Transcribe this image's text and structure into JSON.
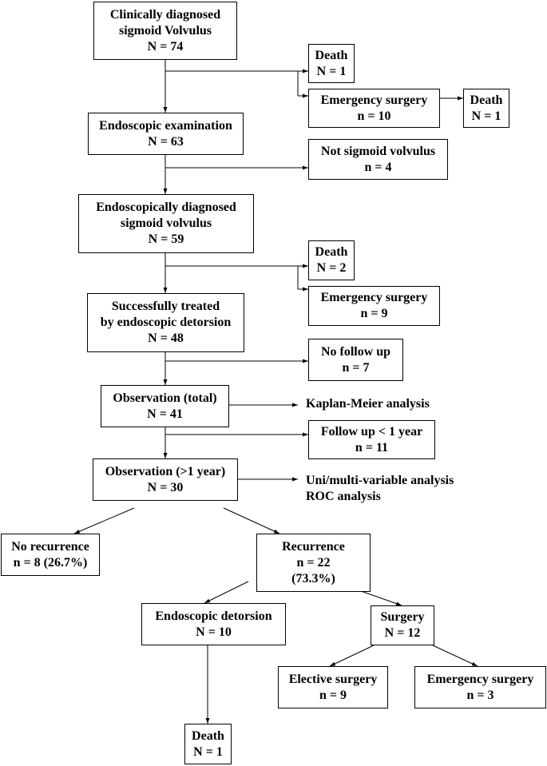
{
  "boxes": {
    "clinical": {
      "l1": "Clinically diagnosed",
      "l2": "sigmoid Volvulus",
      "l3": "N = 74"
    },
    "death_a": {
      "l1": "Death",
      "l2": "N = 1"
    },
    "emergency_a": {
      "l1": "Emergency surgery",
      "l2": "n = 10"
    },
    "death_b": {
      "l1": "Death",
      "l2": "N = 1"
    },
    "endo_exam": {
      "l1": "Endoscopic examination",
      "l2": "N = 63"
    },
    "not_sigmoid": {
      "l1": "Not sigmoid volvulus",
      "l2": "n = 4"
    },
    "endo_diag": {
      "l1": "Endoscopically diagnosed",
      "l2": "sigmoid volvulus",
      "l3": "N = 59"
    },
    "death_c": {
      "l1": "Death",
      "l2": "N = 2"
    },
    "emergency_b": {
      "l1": "Emergency surgery",
      "l2": "n = 9"
    },
    "treated": {
      "l1": "Successfully treated",
      "l2": "by endoscopic detorsion",
      "l3": "N = 48"
    },
    "no_follow": {
      "l1": "No follow up",
      "l2": "n = 7"
    },
    "obs_total": {
      "l1": "Observation (total)",
      "l2": "N = 41"
    },
    "follow_short": {
      "l1": "Follow up < 1 year",
      "l2": "n = 11"
    },
    "obs_year": {
      "l1": "Observation (>1 year)",
      "l2": "N = 30"
    },
    "no_recur": {
      "l1": "No recurrence",
      "l2": "n = 8 (26.7%)"
    },
    "recur": {
      "l1": "Recurrence",
      "l2": "n = 22",
      "l3": "(73.3%)"
    },
    "endo_detor": {
      "l1": "Endoscopic detorsion",
      "l2": "N = 10"
    },
    "surgery": {
      "l1": "Surgery",
      "l2": "N = 12"
    },
    "elective": {
      "l1": "Elective surgery",
      "l2": "n = 9"
    },
    "emergency_c": {
      "l1": "Emergency surgery",
      "l2": "n = 3"
    },
    "death_d": {
      "l1": "Death",
      "l2": "N = 1"
    }
  },
  "annotations": {
    "kaplan": "Kaplan-Meier analysis",
    "uni": "Uni/multi-variable analysis",
    "roc": "ROC analysis"
  }
}
